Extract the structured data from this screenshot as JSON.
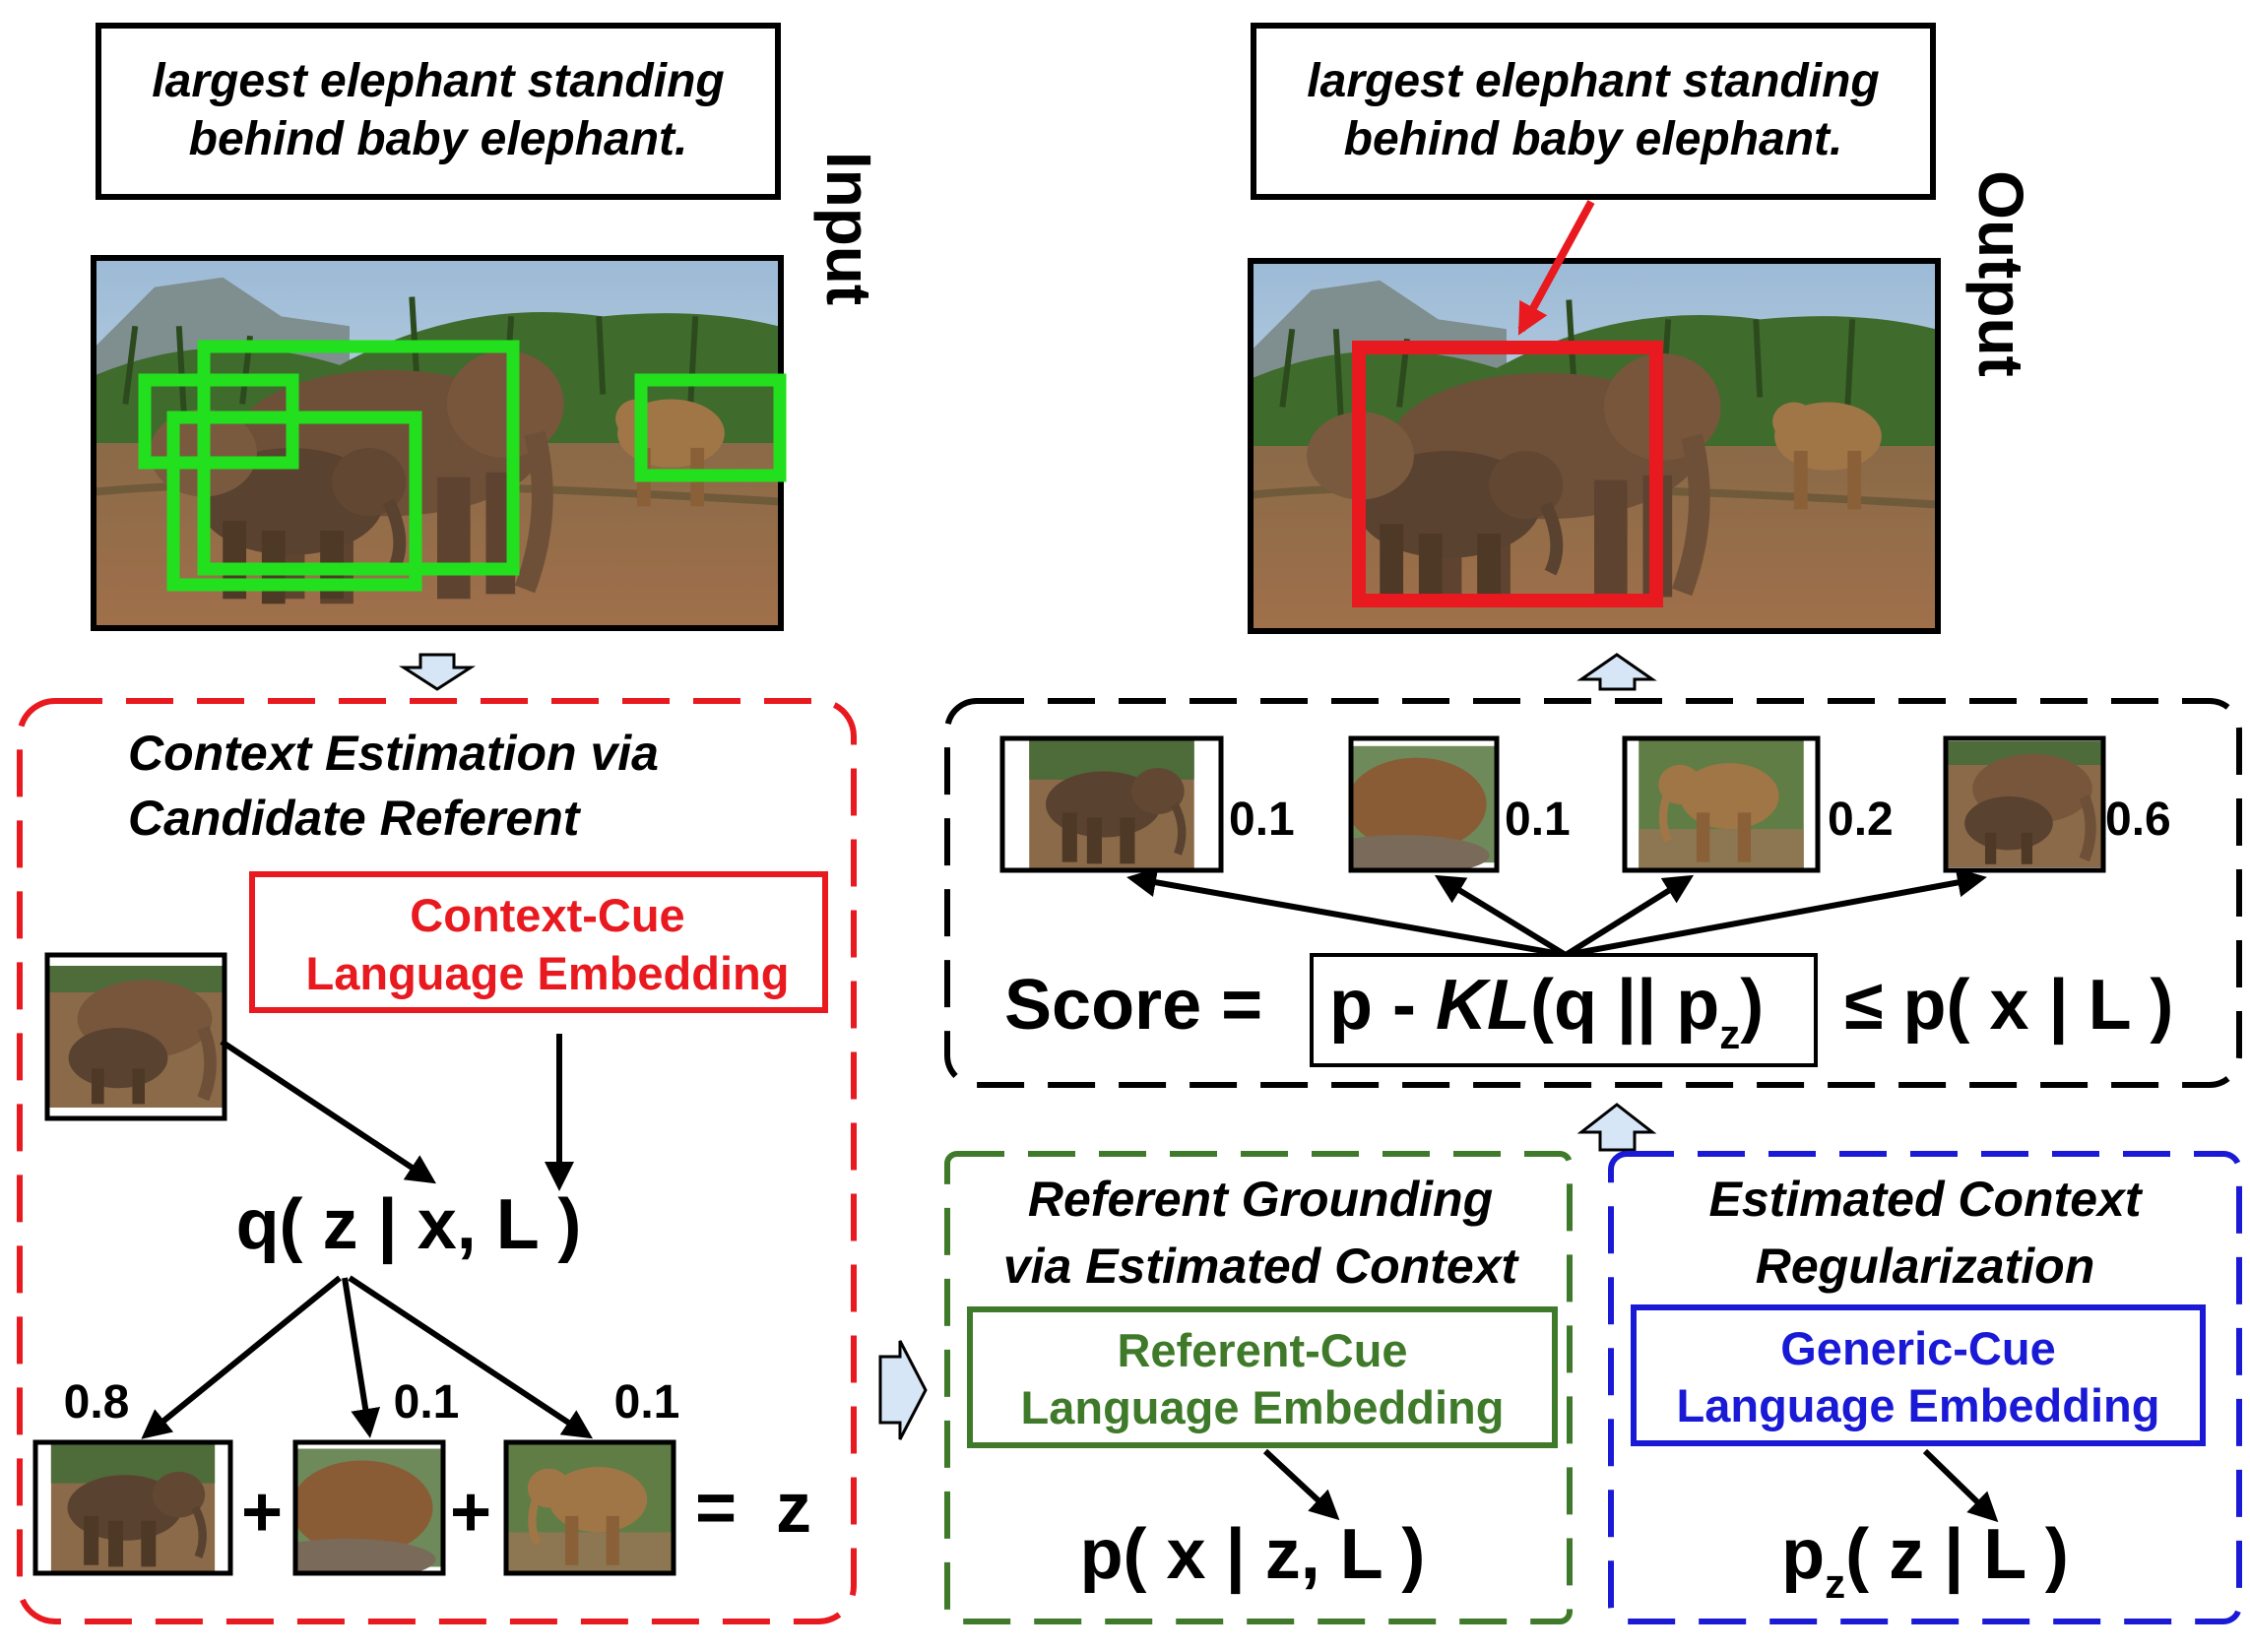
{
  "captions": {
    "input": [
      "largest elephant standing",
      "behind baby elephant."
    ],
    "output": [
      "largest elephant standing",
      "behind baby elephant."
    ]
  },
  "side_labels": {
    "input": "Input",
    "output": "Output"
  },
  "context_panel": {
    "title": [
      "Context Estimation via",
      "Candidate Referent"
    ],
    "embedding": [
      "Context-Cue",
      "Language Embedding"
    ],
    "posterior": "q( z | x, L )",
    "weights": [
      "0.8",
      "0.1",
      "0.1"
    ],
    "plus": "+",
    "equals": "=",
    "z": "z"
  },
  "score_panel": {
    "scores": [
      "0.1",
      "0.1",
      "0.2",
      "0.6"
    ],
    "score_label": "Score =",
    "formula": {
      "p": "p -",
      "kl": "KL",
      "q": "(q || p",
      "sub": "z",
      "close": ")"
    },
    "bound": "≤ p( x | L )"
  },
  "grounding_panel": {
    "title": [
      "Referent Grounding",
      "via Estimated Context"
    ],
    "embedding": [
      "Referent-Cue",
      "Language Embedding"
    ],
    "likelihood": "p( x | z, L )"
  },
  "regularization_panel": {
    "title": [
      "Estimated Context",
      "Regularization"
    ],
    "embedding": [
      "Generic-Cue",
      "Language Embedding"
    ],
    "prior": {
      "p": "p",
      "sub": "z",
      "rest": "( z | L )"
    }
  },
  "colors": {
    "context": "#e8191f",
    "grounding": "#3f7a2a",
    "regularization": "#1a1ad6",
    "candidate_box": "#22e01e",
    "output_box": "#e8191f",
    "block_arrow": "#d6e6f7"
  },
  "icons": [
    "elephant-scene-image",
    "elephant-crop-image",
    "block-arrow-icon"
  ]
}
